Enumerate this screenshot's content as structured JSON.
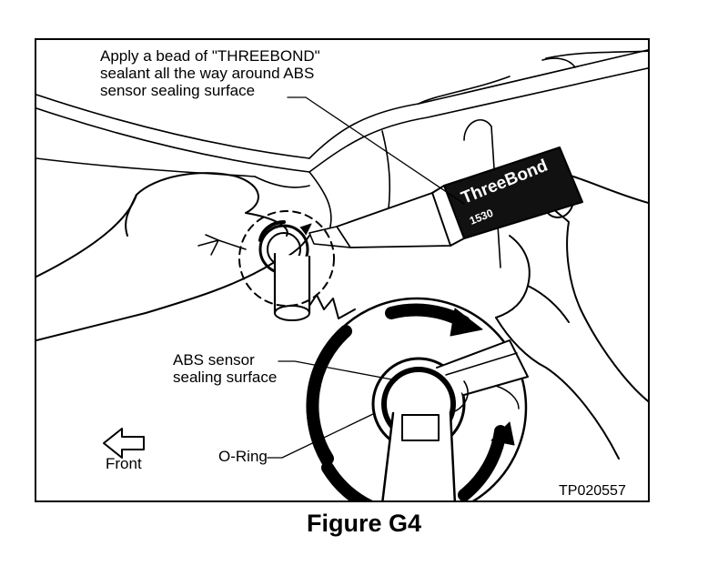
{
  "callouts": {
    "sealant_instruction": "Apply a bead of \"THREEBOND\"\nsealant all the way around ABS\nsensor sealing surface",
    "abs_sensor_surface": "ABS sensor\nsealing surface",
    "o_ring": "O-Ring"
  },
  "tube": {
    "brand": "ThreeBond",
    "code": "1530"
  },
  "direction": {
    "label": "Front"
  },
  "figure": {
    "code": "TP020557",
    "caption": "Figure G4"
  }
}
